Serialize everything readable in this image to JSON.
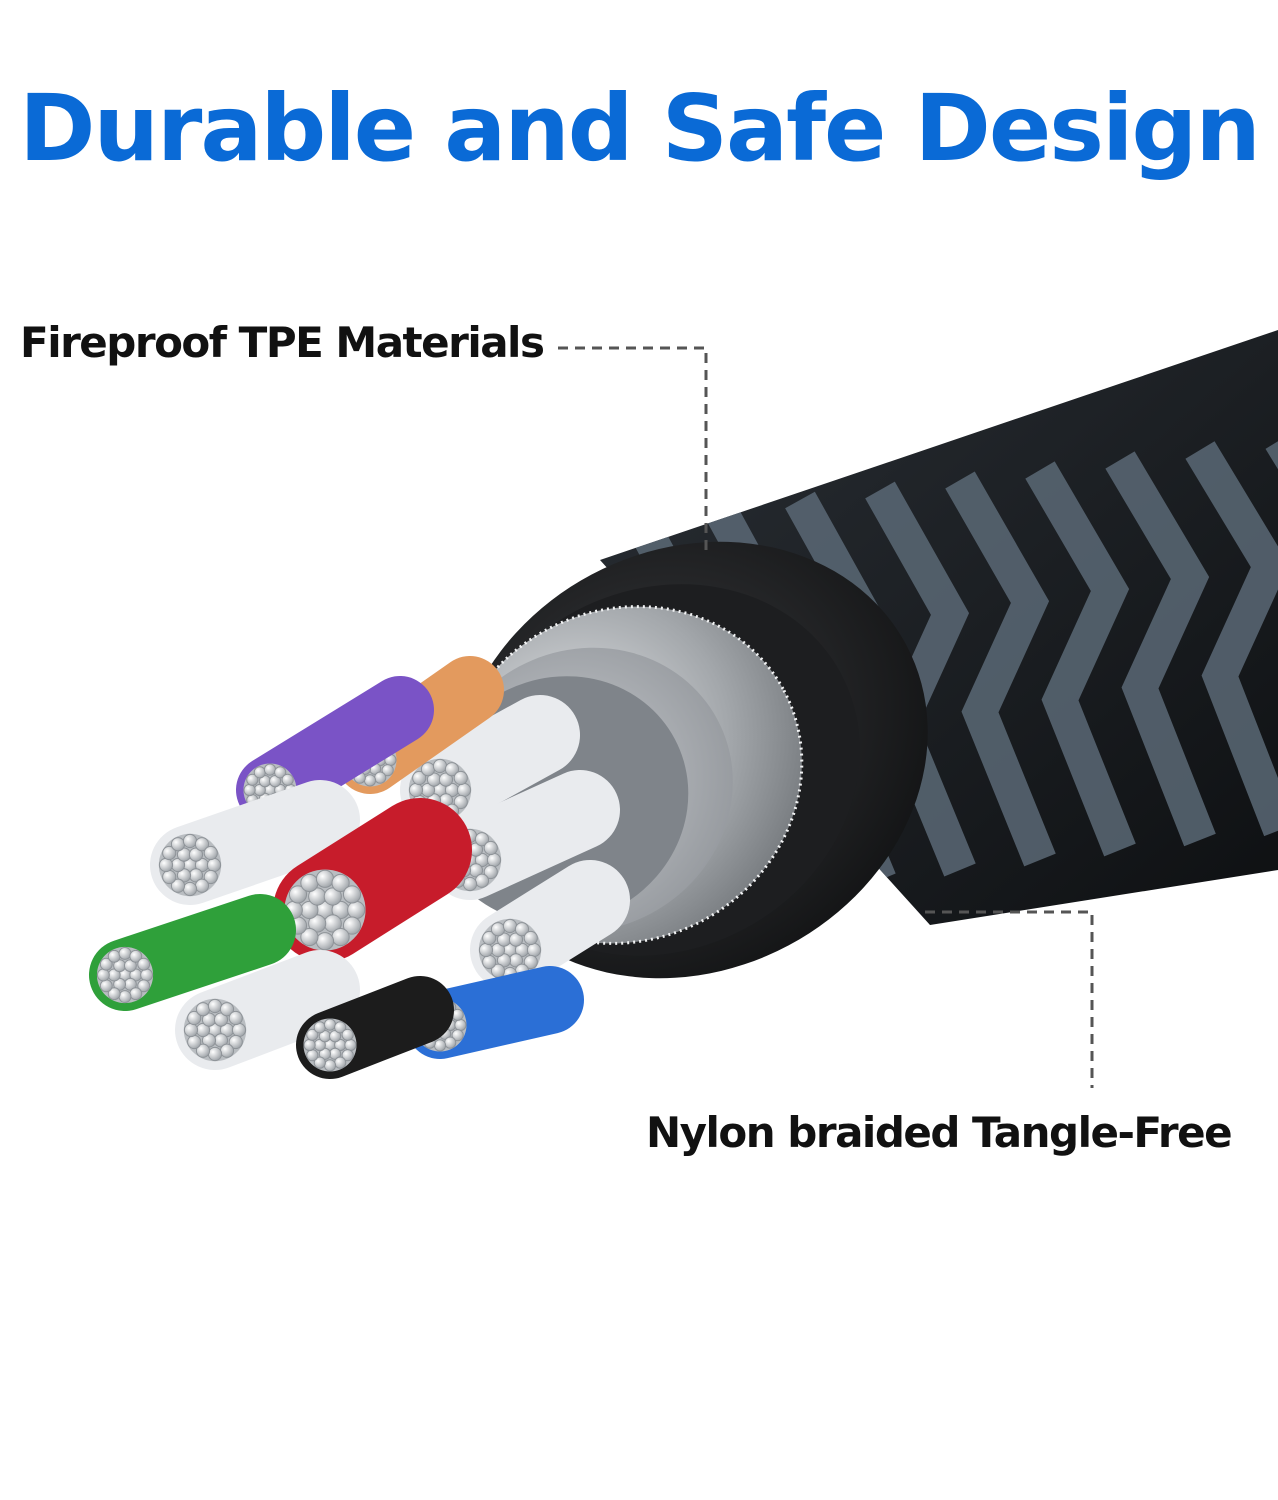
{
  "headline": {
    "text": "Durable and Safe Design",
    "color": "#0a6ad6"
  },
  "callouts": {
    "top": "Fireproof TPE Materials",
    "bottom": "Nylon braided Tangle-Free"
  },
  "colors": {
    "braid_dark": "#141618",
    "braid_light": "#5b6876",
    "tpe_ring": "#1b1c1e",
    "shield": "#a9adb1",
    "wire_red": "#c71c2b",
    "wire_green": "#2fa03a",
    "wire_purple": "#7a53c6",
    "wire_orange": "#e39a5e",
    "wire_blue": "#2b6fd6",
    "wire_white": "#e9ebee",
    "leader_line": "#555555"
  },
  "illustration": {
    "subject": "cross-section of braided cable",
    "icon": "cable-cross-section-icon"
  }
}
